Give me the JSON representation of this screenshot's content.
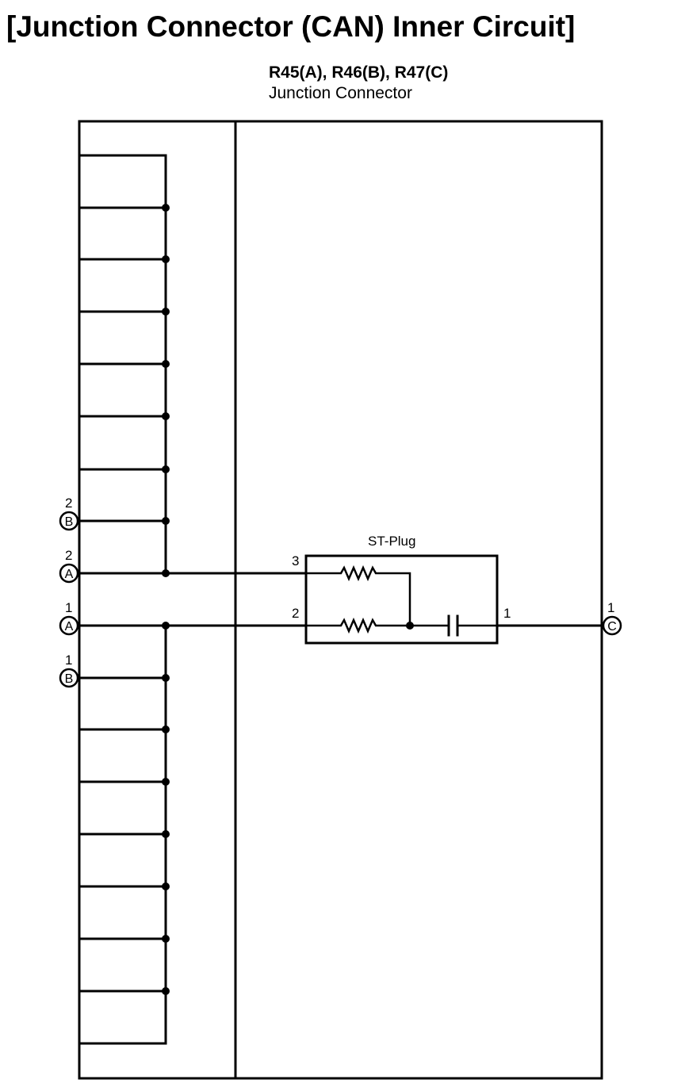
{
  "title": "[Junction Connector (CAN) Inner Circuit]",
  "connector_title": "R45(A), R46(B), R47(C)",
  "connector_subtitle": "Junction Connector",
  "st_plug_label": "ST-Plug",
  "terminals": {
    "b2": {
      "letter": "B",
      "pin": "2"
    },
    "a2": {
      "letter": "A",
      "pin": "2"
    },
    "a1": {
      "letter": "A",
      "pin": "1"
    },
    "b1": {
      "letter": "B",
      "pin": "1"
    },
    "c1": {
      "letter": "C",
      "pin": "1"
    }
  },
  "st_plug_pins": {
    "p3": "3",
    "p2": "2",
    "p1": "1"
  }
}
